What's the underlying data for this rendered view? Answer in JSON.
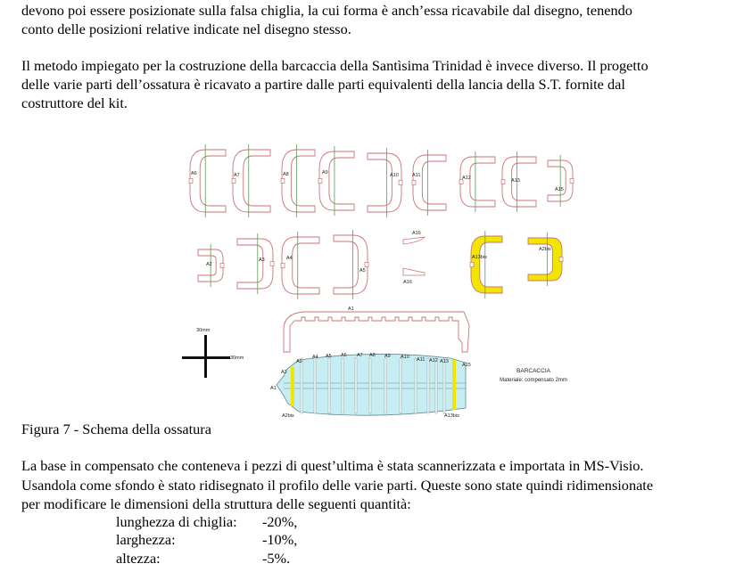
{
  "paragraph1": [
    "devono poi essere posizionate sulla falsa chiglia, la cui forma è anch’essa ricavabile dal disegno, tenendo",
    "conto delle posizioni relative indicate nel disegno stesso."
  ],
  "paragraph2": [
    "Il metodo impiegato per la costruzione della barcaccia della Santìsima Trinidad è invece diverso. Il progetto",
    "delle varie parti dell’ossatura è ricavato a partire dalle parti equivalenti della lancia della S.T. fornite dal",
    "costruttore del kit."
  ],
  "figure": {
    "top_row_labels": [
      "A6",
      "A7",
      "A8",
      "A9",
      "A10",
      "A11",
      "A12",
      "A13",
      "A15"
    ],
    "mid_row_labels": [
      "A2",
      "A3",
      "A4",
      "A5",
      "A16",
      "A16",
      "A13bis",
      "A2bis"
    ],
    "keel_label": "A1",
    "scale": {
      "vertical": "30mm",
      "horizontal": "30mm"
    },
    "hull_labels": [
      "A3",
      "A4",
      "A5",
      "A6",
      "A7",
      "A8",
      "A9",
      "A10",
      "A11",
      "A12",
      "A13",
      "A15",
      "A2",
      "A1",
      "A2bis",
      "A13bis"
    ],
    "title": "BARCACCIA",
    "material": "Materiale: compensato 2mm",
    "colors": {
      "outline": "#c9737a",
      "center_line": "#5a9a5a",
      "highlight": "#f2e600",
      "hull_fill": "#c6eef2"
    }
  },
  "caption": "Figura 7 - Schema della ossatura",
  "paragraph3": [
    "La base in compensato che conteneva i pezzi di quest’ultima è stata scannerizzata e importata in MS-Visio.",
    "Usandola come sfondo è stato ridisegnato il profilo delle varie parti. Queste sono state quindi ridimensionate",
    "per modificare le dimensioni della struttura delle seguenti quantità:"
  ],
  "quantities": [
    {
      "label": "lunghezza di chiglia:",
      "value": "-20%,"
    },
    {
      "label": "larghezza:",
      "value": "-10%,"
    },
    {
      "label": "altezza:",
      "value": "-5%."
    }
  ]
}
